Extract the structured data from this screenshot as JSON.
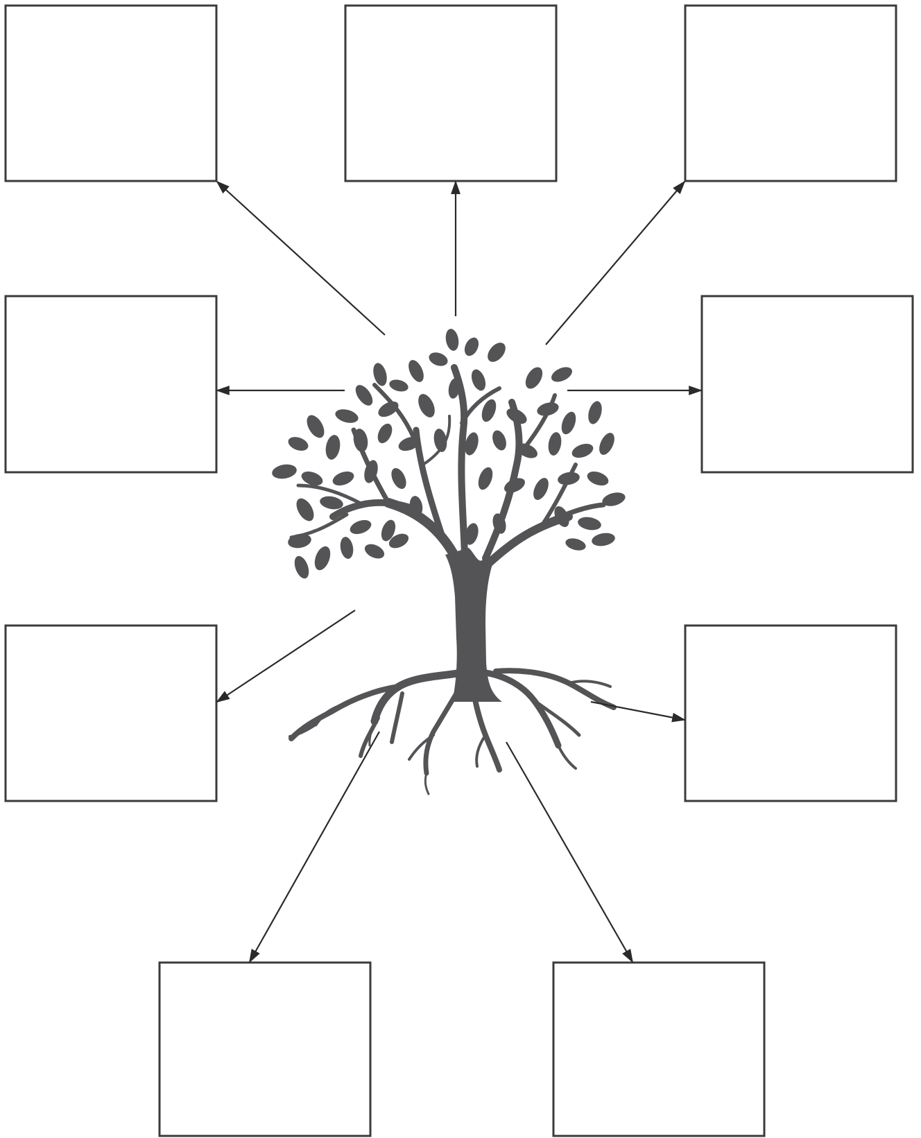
{
  "diagram": {
    "type": "tree-concept-map",
    "colors": {
      "tree": "#545457",
      "box_border": "#3b3b3b",
      "arrow": "#2a2a2a",
      "background": "#ffffff"
    },
    "icons": [
      "tree-icon"
    ],
    "boxes": [
      {
        "id": "top-left",
        "text": ""
      },
      {
        "id": "top-center",
        "text": ""
      },
      {
        "id": "top-right",
        "text": ""
      },
      {
        "id": "middle-left",
        "text": ""
      },
      {
        "id": "middle-right",
        "text": ""
      },
      {
        "id": "lower-left",
        "text": ""
      },
      {
        "id": "lower-right",
        "text": ""
      },
      {
        "id": "bottom-left",
        "text": ""
      },
      {
        "id": "bottom-right",
        "text": ""
      }
    ]
  }
}
